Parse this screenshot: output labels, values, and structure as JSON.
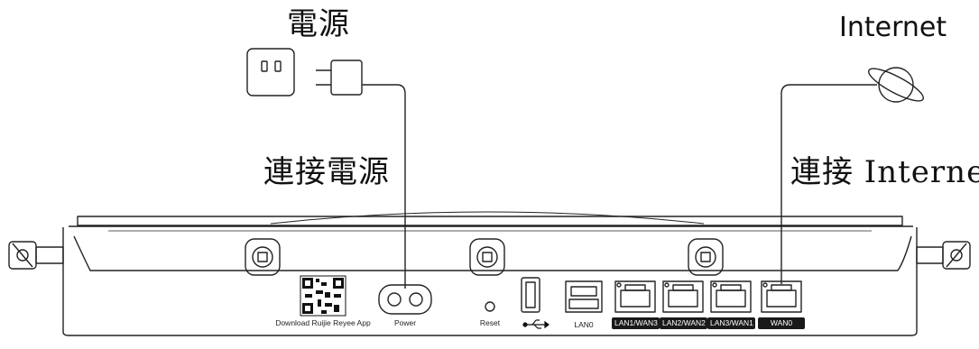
{
  "labels": {
    "power_title": "電源",
    "internet_title": "Internet",
    "connect_power": "連接電源",
    "connect_internet": "連接 Internet"
  },
  "ports": {
    "qr_caption": "Download Ruijie Reyee App",
    "power": "Power",
    "reset": "Reset",
    "lan0": "LAN0",
    "lan1": "LAN1/WAN3",
    "lan2": "LAN2/WAN2",
    "lan3": "LAN3/WAN1",
    "wan0": "WAN0"
  },
  "icons": [
    "wall-outlet-icon",
    "power-adapter-icon",
    "globe-planet-icon",
    "usb-icon",
    "qr-code"
  ],
  "colors": {
    "line": "#222222",
    "label_dark_bg": "#1a1a1a",
    "label_dark_text": "#ffffff"
  }
}
